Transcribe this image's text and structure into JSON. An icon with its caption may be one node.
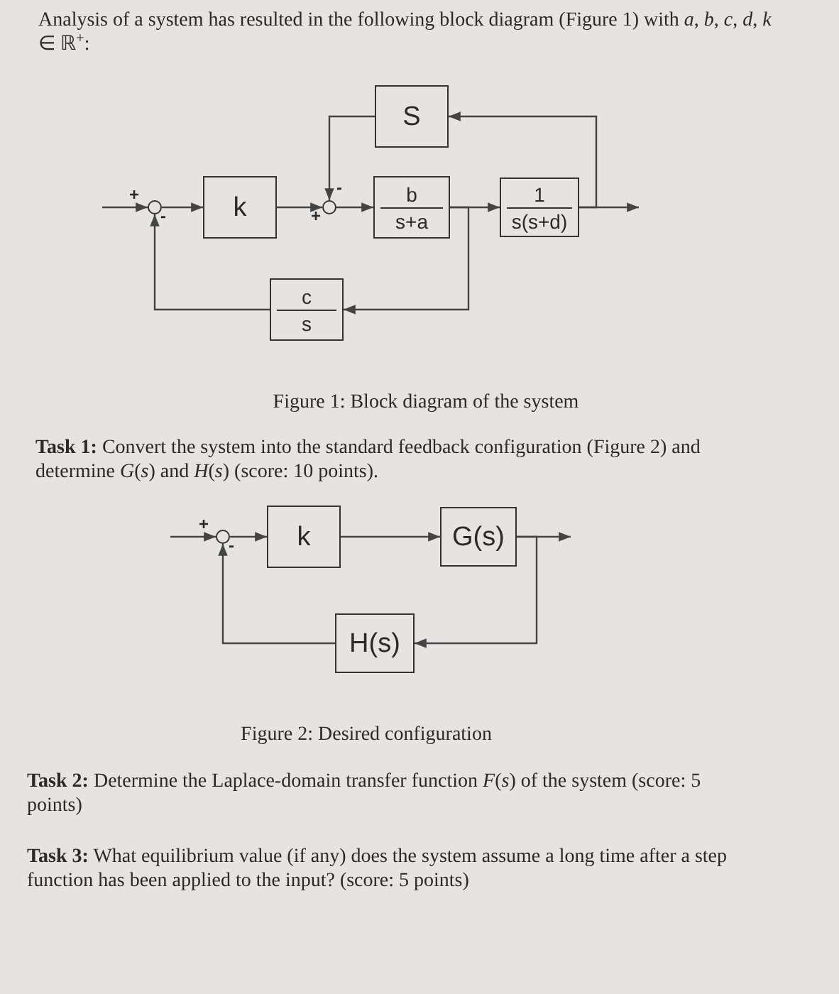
{
  "diagram": {
    "nodes": [
      {
        "text": [],
        "shape": "circle"
      },
      {
        "text": [
          "k"
        ]
      },
      {
        "text": [],
        "shape": "circle"
      },
      {
        "text": [
          "S"
        ]
      },
      {
        "text": [
          "b",
          "s+a"
        ]
      },
      {
        "text": [
          "1",
          "s(s+d)"
        ]
      },
      {
        "text": [
          "c",
          "s"
        ]
      },
      {
        "text": [],
        "shape": "circle"
      },
      {
        "text": [
          "k"
        ]
      },
      {
        "text": [
          "G(s)"
        ]
      },
      {
        "text": [
          "H(s)"
        ]
      }
    ],
    "edges": [
      {
        "from": null,
        "to": 0,
        "arrow": "to"
      },
      {
        "from": 0,
        "to": 1,
        "arrow": "to"
      },
      {
        "from": 1,
        "to": 2,
        "arrow": "to"
      },
      {
        "from": 2,
        "to": 4,
        "arrow": "to"
      },
      {
        "from": 4,
        "to": 5,
        "arrow": "to"
      },
      {
        "from": 5,
        "to": null,
        "arrow": "to"
      },
      {
        "from": 5,
        "to": 3,
        "arrow": "to"
      },
      {
        "from": 3,
        "to": 2,
        "arrow": "to"
      },
      {
        "from": 4,
        "to": 6,
        "arrow": "to"
      },
      {
        "from": 6,
        "to": 0,
        "arrow": "to"
      },
      {
        "from": null,
        "to": 7,
        "arrow": "to"
      },
      {
        "from": 7,
        "to": 8,
        "arrow": "to"
      },
      {
        "from": 8,
        "to": 9,
        "arrow": "to"
      },
      {
        "from": 9,
        "to": null,
        "arrow": "to"
      },
      {
        "from": 9,
        "to": 10,
        "arrow": "to"
      },
      {
        "from": 10,
        "to": 7,
        "arrow": "to"
      }
    ],
    "labels": [
      "Analysis of a system has resulted in the following block diagram (Figure 1) with *a*, *b*, *c*, *d*, *k* ∈ ℝ$^{+}$:",
      "+",
      "-",
      "-",
      "+",
      "Figure 1: Block diagram of the system",
      "**Task 1:** Convert the system into the standard feedback configuration (Figure 2) and determine *G*(*s*) and *H*(*s*) (score: 10 points).",
      "+",
      "-",
      "Figure 2: Desired configuration",
      "**Task 2:** Determine the Laplace-domain transfer function *F*(*s*) of the system (score: 5 points)",
      "**Task 3:** What equilibrium value (if any) does the system assume a long time after a step function has been applied to the input? (score: 5 points)"
    ]
  }
}
